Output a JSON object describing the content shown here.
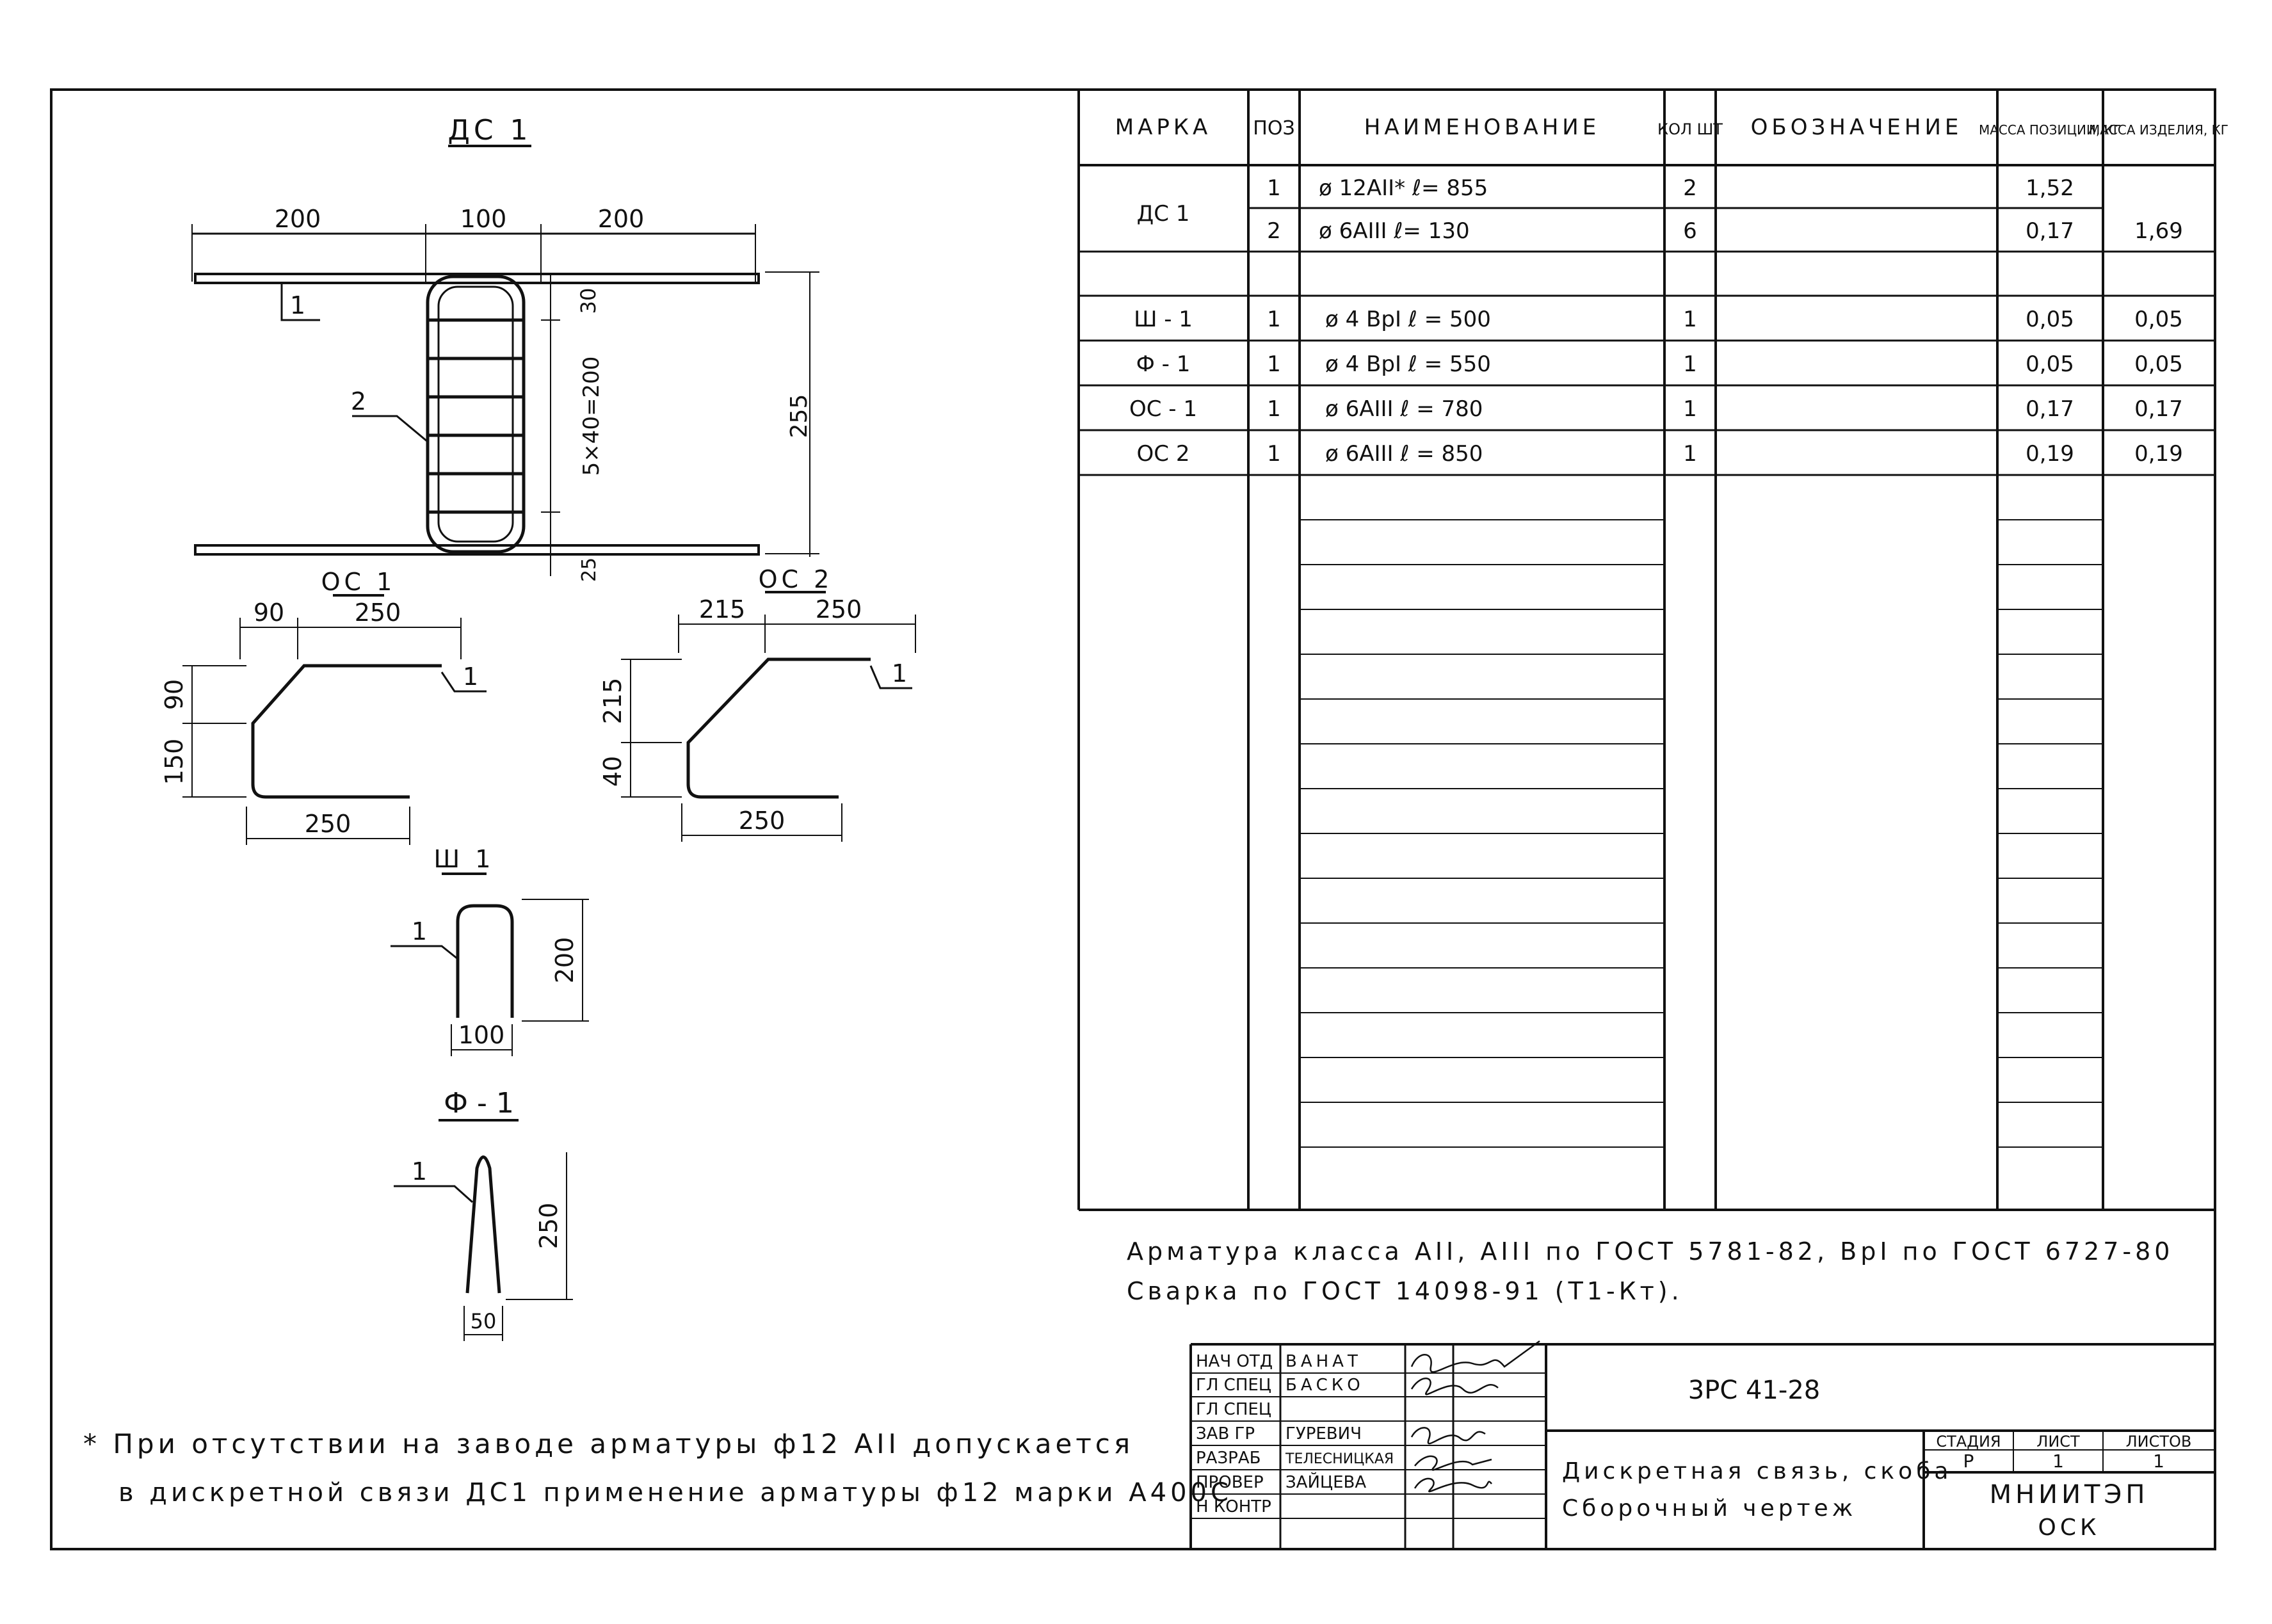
{
  "drawing": {
    "views": {
      "ds1": {
        "title": "ДС 1",
        "dims": [
          "200",
          "100",
          "200"
        ],
        "pos1": "1",
        "pos2": "2",
        "d30": "30",
        "d5x40": "5×40=200",
        "d255": "255",
        "d25": "25"
      },
      "os1": {
        "title": "ОС 1",
        "d90top": "90",
        "d250top": "250",
        "d90left": "90",
        "d150": "150",
        "d250bot": "250",
        "pos": "1"
      },
      "os2": {
        "title": "ОС 2",
        "d215top": "215",
        "d250top": "250",
        "d215left": "215",
        "d40": "40",
        "d250bot": "250",
        "pos": "1"
      },
      "sh1": {
        "title": "Ш 1",
        "pos": "1",
        "d200": "200",
        "d100": "100"
      },
      "f1": {
        "title": "Ф - 1",
        "pos": "1",
        "d250": "250",
        "d50": "50"
      }
    },
    "footnote": {
      "line1": "* При отсутствии на заводе арматуры ф12 АII допускается",
      "line2": "в дискретной связи ДС1 применение арматуры ф12 марки А400С"
    }
  },
  "spec_table": {
    "headers": {
      "mark": "МАРКА",
      "pos": "ПОЗ",
      "name": "НАИМЕНОВАНИЕ",
      "qty": "КОЛ ШТ",
      "designation": "ОБОЗНАЧЕНИЕ",
      "mass_pos": "МАССА ПОЗИЦИИ, КГ",
      "mass_item": "МАССА ИЗДЕЛИЯ, КГ"
    },
    "rows": [
      {
        "mark": "ДС 1",
        "pos": "1",
        "name": "ø 12АII*  ℓ= 855",
        "qty": "2",
        "mass_pos": "1,52",
        "mass_item": ""
      },
      {
        "mark": "",
        "pos": "2",
        "name": "ø 6АIII  ℓ= 130",
        "qty": "6",
        "mass_pos": "0,17",
        "mass_item": "1,69"
      },
      {
        "mark": "",
        "pos": "",
        "name": "",
        "qty": "",
        "mass_pos": "",
        "mass_item": ""
      },
      {
        "mark": "Ш - 1",
        "pos": "1",
        "name": "ø 4 ВрI  ℓ = 500",
        "qty": "1",
        "mass_pos": "0,05",
        "mass_item": "0,05"
      },
      {
        "mark": "Ф - 1",
        "pos": "1",
        "name": "ø 4 ВрI  ℓ = 550",
        "qty": "1",
        "mass_pos": "0,05",
        "mass_item": "0,05"
      },
      {
        "mark": "ОС - 1",
        "pos": "1",
        "name": "ø 6АIII  ℓ = 780",
        "qty": "1",
        "mass_pos": "0,17",
        "mass_item": "0,17"
      },
      {
        "mark": "ОС 2",
        "pos": "1",
        "name": "ø 6АIII  ℓ = 850",
        "qty": "1",
        "mass_pos": "0,19",
        "mass_item": "0,19"
      }
    ],
    "notes": {
      "line1": "Арматура класса АII, АIII по ГОСТ 5781-82, ВрI по ГОСТ 6727-80",
      "line2": "Сварка по ГОСТ 14098-91 (Т1-Кт)."
    }
  },
  "title_block": {
    "signatures": [
      {
        "role": "НАЧ ОТД",
        "name": "ВАНАТ"
      },
      {
        "role": "ГЛ СПЕЦ",
        "name": "БАСКО"
      },
      {
        "role": "ГЛ СПЕЦ",
        "name": ""
      },
      {
        "role": "ЗАВ ГР",
        "name": "ГУРЕВИЧ"
      },
      {
        "role": "РАЗРАБ",
        "name": "ТЕЛЕСНИЦКАЯ"
      },
      {
        "role": "ПРОВЕР",
        "name": "ЗАЙЦЕВА"
      },
      {
        "role": "Н КОНТР",
        "name": ""
      }
    ],
    "doc_code": "3РС 41-28",
    "title_line1": "Дискретная связь, скоба",
    "title_line2": "Сборочный чертеж",
    "stage_label": "СТАДИЯ",
    "sheet_label": "ЛИСТ",
    "sheets_label": "ЛИСТОВ",
    "stage": "Р",
    "sheet": "1",
    "sheets": "1",
    "org_line1": "МНИИТЭП",
    "org_line2": "ОСК"
  }
}
